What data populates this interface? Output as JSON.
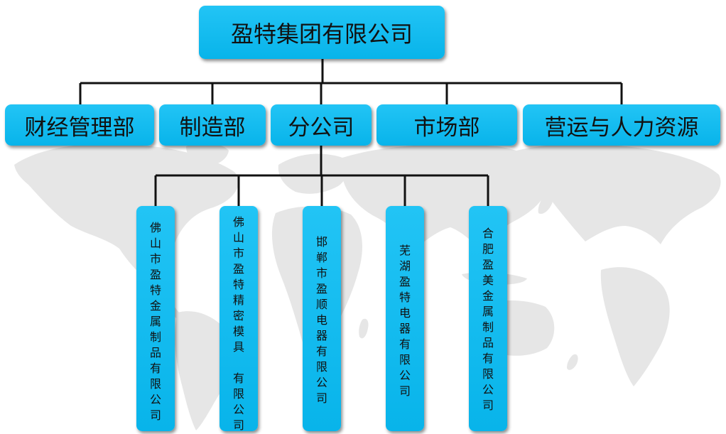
{
  "root": "盈特集团有限公司",
  "departments": [
    "财经管理部",
    "制造部",
    "分公司",
    "市场部",
    "营运与人力资源"
  ],
  "subsidiaries": [
    "佛山市盈特金属制品有限公司",
    "佛山市盈特精密模具 有限公司",
    "邯郸市盈顺电器有限公司",
    "芜湖盈特电器有限公司",
    "合肥盈美金属制品有限公司"
  ],
  "colors": {
    "box_fill": "#0ab6ec",
    "connector": "#111111",
    "map_land": "#e6e6e6"
  }
}
